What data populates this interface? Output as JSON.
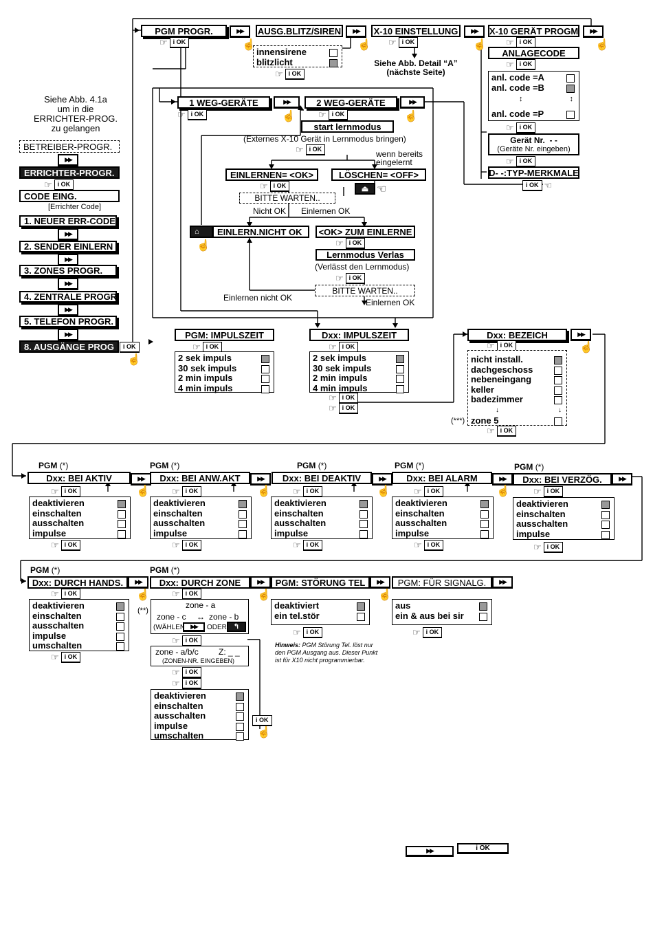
{
  "menu": {
    "see_text": [
      "Siehe Abb. 4.1a",
      "um in die",
      "ERRICHTER-PROG.",
      "zu gelangen"
    ],
    "operator": "BETREIBER-PROGR.",
    "installer": "ERRICHTER-PROGR.",
    "code_label": "CODE EING.",
    "code_hint": "[Errichter Code]",
    "items": [
      "1. NEUER ERR-CODE",
      "2. SENDER EINLERN",
      "3. ZONES PROGR.",
      "4. ZENTRALE PROGR",
      "5. TELEFON PROGR.",
      "8. AUSGÄNGE PROG"
    ]
  },
  "top": {
    "pgm_progr": "PGM PROGR.",
    "blitz": "AUSG.BLITZ/SIREN",
    "x10_setting": "X-10 EINSTELLUNG",
    "x10_device": "X-10 GERÄT PROGM",
    "siren_options": [
      "innensirene",
      "blitzlicht"
    ],
    "detail_ref": [
      "Siehe Abb. Detail “A”",
      "(nächste Seite)"
    ],
    "house_code": "ANLAGECODE",
    "codes": [
      "anl. code =A",
      "anl. code =B",
      "anl. code =P"
    ],
    "device_nr": "Gerät Nr.",
    "device_nr_val": "- -",
    "device_nr_hint": "(Geräte Nr. eingeben)",
    "type_features": "D- -:TYP-MERKMALE"
  },
  "learn": {
    "one_way": "1 WEG-GERÄTE",
    "two_way": "2 WEG-GERÄTE",
    "start": "start lernmodus",
    "external_hint": "(Externes X-10 Gerät in Lernmodus bringen)",
    "already": "wenn bereits",
    "already2": "eingelernt",
    "enroll": "EINLERNEN= <OK>",
    "delete": "LÖSCHEN= <OFF>",
    "wait": "BITTE WARTEN..",
    "not_ok": "Nicht OK",
    "enroll_ok": "Einlernen OK",
    "enroll_fail": "EINLERN.NICHT OK",
    "to_enroll": "<OK> ZUM EINLERNE",
    "leave": "Lernmodus Verlas",
    "leave_hint": "(Verlässt den Lernmodus)",
    "wait2": "BITTE WARTEN..",
    "enroll_not_ok": "Einlernen nicht OK",
    "enroll_ok2": "Einlernen OK"
  },
  "pulse": {
    "pgm_title": "PGM: IMPULSZEIT",
    "dxx_title": "Dxx: IMPULSZEIT",
    "options": [
      "2 sek impuls",
      "30 sek impuls",
      "2 min impuls",
      "4 min impuls"
    ]
  },
  "naming": {
    "title": "Dxx: BEZEICH",
    "options": [
      "nicht install.",
      "dachgeschoss",
      "nebeneingang",
      "keller",
      "badezimmer",
      "zone 5"
    ],
    "note": "(***)"
  },
  "pgm_tag": "PGM",
  "star": "(*)",
  "star2": "(**)",
  "row1": [
    "Dxx: BEI AKTIV",
    "Dxx: BEI ANW.AKT",
    "Dxx: BEI DEAKTIV",
    "Dxx: BEI ALARM",
    "Dxx: BEI VERZÖG."
  ],
  "onoff": [
    "deaktivieren",
    "einschalten",
    "ausschalten",
    "impulse"
  ],
  "onoff5": [
    "deaktivieren",
    "einschalten",
    "ausschalten",
    "impulse",
    "umschalten"
  ],
  "row2": {
    "hands": "Dxx: DURCH HANDS.",
    "zone": "Dxx: DURCH ZONE",
    "tel": "PGM: STÖRUNG TEL",
    "signal": "PGM: FÜR SIGNALG.",
    "zone_a": "zone - a",
    "zone_c": "zone - c",
    "zone_b": "zone - b",
    "choose": "(WÄHLEN",
    "or": "ODER",
    "zone_abc": "zone - a/b/c",
    "z_label": "Z: _ _",
    "zone_hint": "(ZONEN-NR. EINGEBEN)",
    "tel_options": [
      "deaktiviert",
      "ein tel.stör"
    ],
    "signal_options": [
      "aus",
      "ein & aus bei sir"
    ],
    "note_title": "Hinweis:",
    "note": [
      "PGM Störung Tel. löst nur",
      "den PGM Ausgang aus. Dieser Punkt",
      "ist für X10 nicht programmierbar."
    ]
  },
  "legend": {
    "next": "▶▶",
    "ok": "i OK"
  },
  "icons": {
    "hand": "pointing-hand-icon",
    "finger": "finger-press-icon",
    "unlock": "unlock-icon",
    "home": "home-icon",
    "back": "back-icon"
  }
}
